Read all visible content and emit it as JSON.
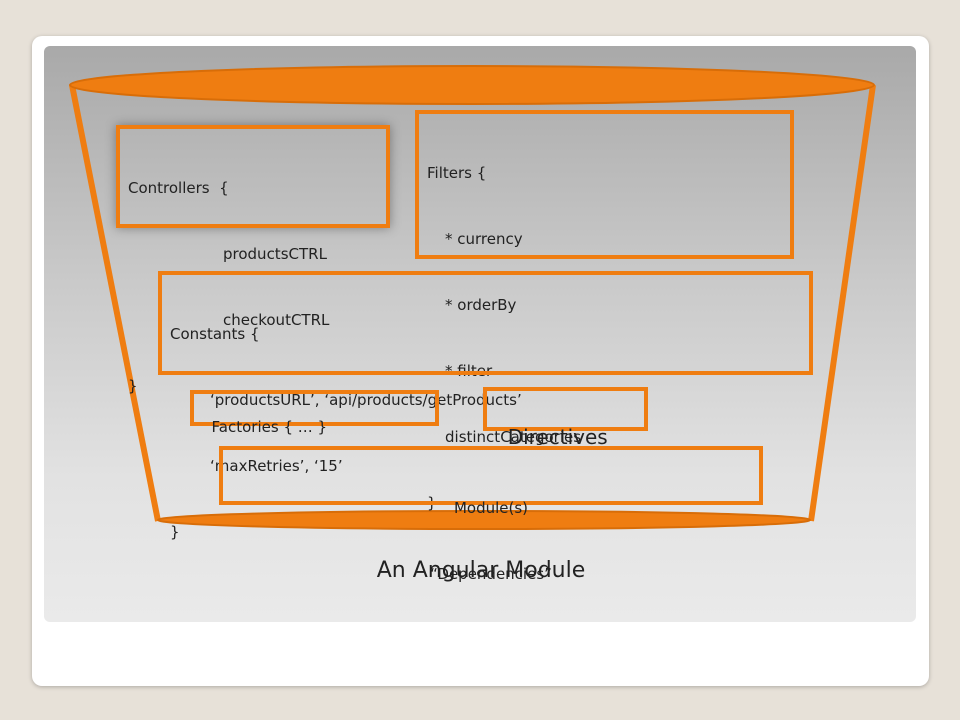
{
  "diagram": {
    "caption": "An Angular Module",
    "controllers": {
      "title": "Controllers  {",
      "items": [
        "productsCTRL",
        "checkoutCTRL"
      ],
      "close": "}"
    },
    "filters": {
      "title": "Filters {",
      "items": [
        "* currency",
        "* orderBy",
        "* filter",
        "distinctCategories"
      ],
      "close": "}"
    },
    "constants": {
      "title": "Constants {",
      "items": [
        "‘productsURL’, ‘api/products/getProducts’",
        "‘maxRetries’, ‘15’"
      ],
      "close": "}"
    },
    "factories": {
      "label": "Factories { … }"
    },
    "directives": {
      "label": "Directives"
    },
    "modules": {
      "line1": "Module(s)",
      "line2": "“Dependencies”"
    }
  },
  "colors": {
    "accent": "#ef7d11",
    "outline": "#e07010",
    "text": "#222222"
  }
}
